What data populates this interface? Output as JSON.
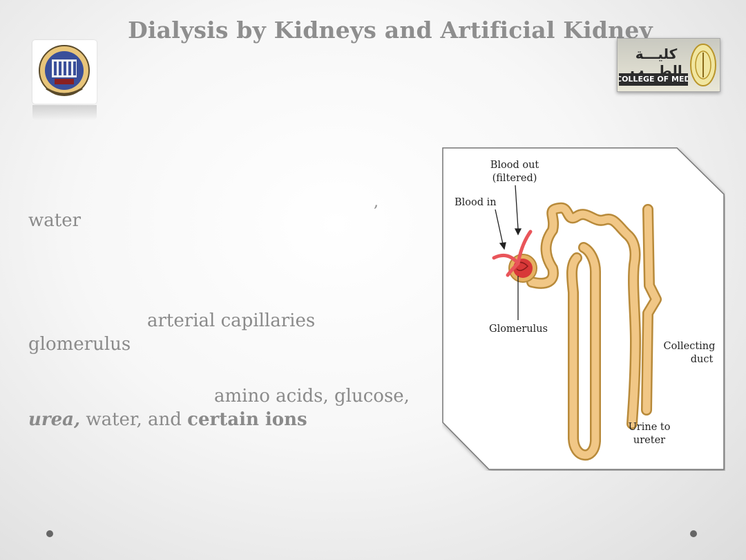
{
  "slide": {
    "title": "Dialysis by Kidneys and Artificial Kidney",
    "logo_right_arabic": "كليـــة الطـــب",
    "logo_right_text": "COLLEGE OF MEDICINE"
  },
  "body": {
    "line1_comma": ",",
    "line2_water": "water",
    "line3_arterial": "arterial  capillaries",
    "line4_glomerulus": "glomerulus",
    "line5_amino": "amino  acids,  glucose,",
    "line6_urea": "urea,",
    "line6_water": "water,  and",
    "line6_ions": "certain  ions"
  },
  "figure": {
    "label_blood_out": "Blood out",
    "label_filtered": "(filtered)",
    "label_blood_in": "Blood in",
    "label_glomerulus": "Glomerulus",
    "label_collecting": "Collecting",
    "label_duct": "duct",
    "label_urine": "Urine to",
    "label_ureter": "ureter"
  }
}
